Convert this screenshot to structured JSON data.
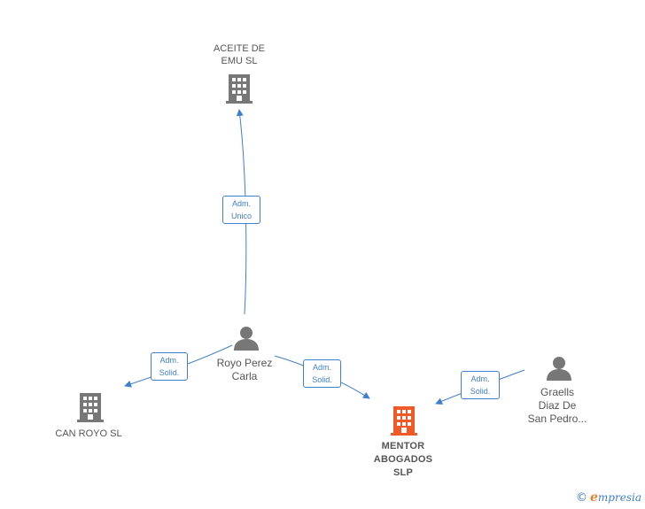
{
  "nodes": {
    "aceite": {
      "lines": [
        "ACEITE DE",
        "EMU  SL"
      ]
    },
    "royo": {
      "lines": [
        "Royo Perez",
        "Carla"
      ]
    },
    "can_royo": {
      "lines": [
        "CAN ROYO  SL"
      ]
    },
    "mentor": {
      "lines": [
        "MENTOR",
        "ABOGADOS",
        "SLP"
      ]
    },
    "graells": {
      "lines": [
        "Graells",
        "Diaz De",
        "San Pedro..."
      ]
    }
  },
  "edges": {
    "royo_aceite": {
      "lines": [
        "Adm.",
        "Unico"
      ]
    },
    "royo_can": {
      "lines": [
        "Adm.",
        "Solid."
      ]
    },
    "royo_mentor": {
      "lines": [
        "Adm.",
        "Solid."
      ]
    },
    "graells_mentor": {
      "lines": [
        "Adm.",
        "Solid."
      ]
    }
  },
  "colors": {
    "edge": "#3f7fcf",
    "company": "#777777",
    "main_company": "#f05a28",
    "person": "#777777"
  },
  "brand": {
    "copyright": "©",
    "initial": "e",
    "rest": "mpresia"
  }
}
